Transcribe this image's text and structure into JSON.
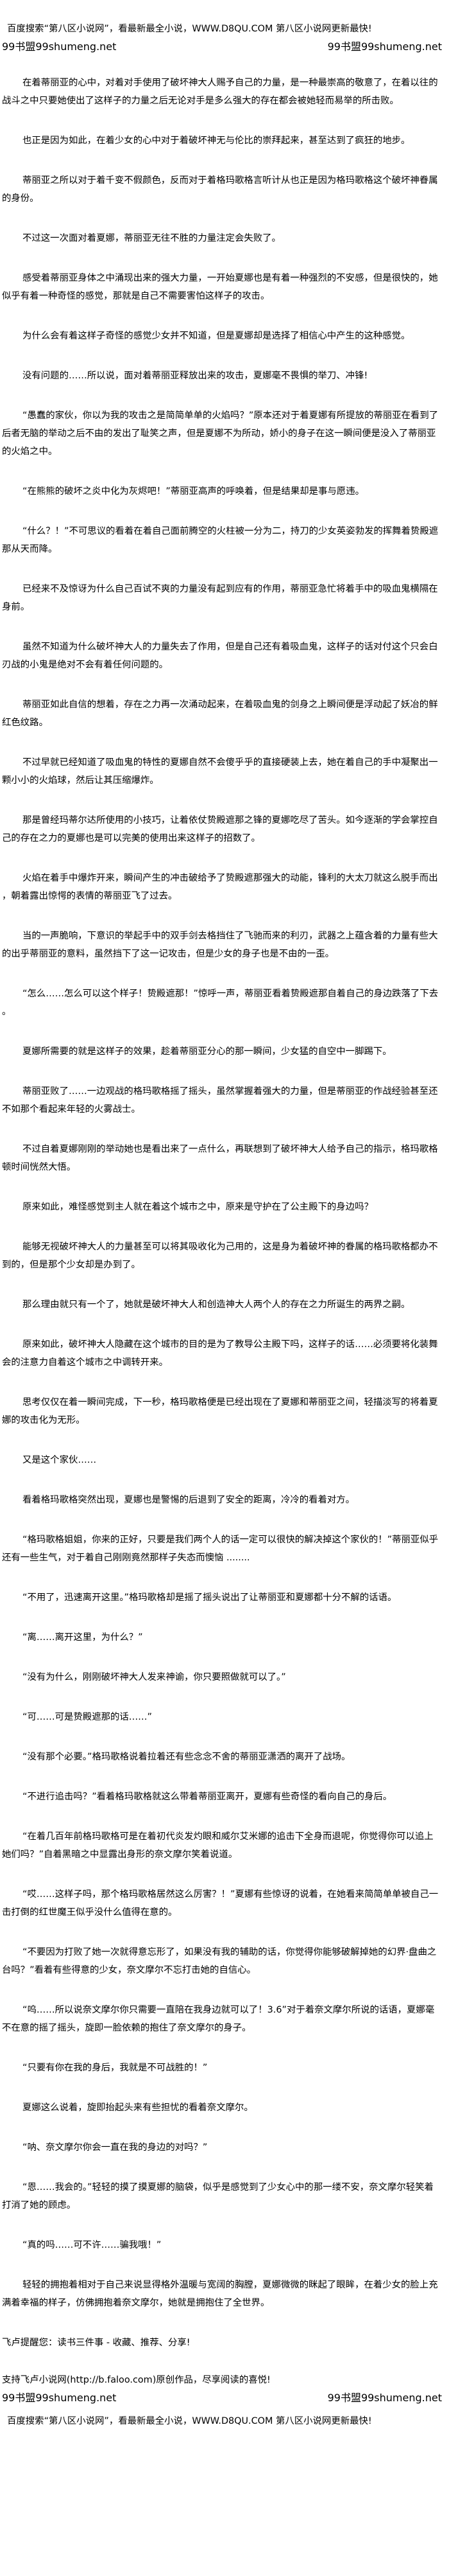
{
  "header": {
    "promo": "百度搜索“第八区小说网”，看最新最全小说，WWW.D8QU.COM  第八区小说网更新最快!",
    "watermark_left": "99书盟99shumeng.net",
    "watermark_right": "99书盟99shumeng.net"
  },
  "paragraphs": [
    "在着蒂丽亚的心中，对着对手使用了破坏神大人赐予自己的力量，是一种最崇高的敬意了，在着以往的战斗之中只要她使出了这样子的力量之后无论对手是多么强大的存在都会被她轻而易举的所击败。",
    "也正是因为如此，在着少女的心中对于着破坏神无与伦比的崇拜起来，甚至达到了疯狂的地步。",
    "蒂丽亚之所以对于着千变不假颜色，反而对于着格玛歌格言听计从也正是因为格玛歌格这个破坏神眷属的身份。",
    "不过这一次面对着夏娜，蒂丽亚无往不胜的力量注定会失败了。",
    "感受着蒂丽亚身体之中涌现出来的强大力量，一开始夏娜也是有着一种强烈的不安感，但是很快的，她似乎有着一种奇怪的感觉，那就是自己不需要害怕这样子的攻击。",
    "为什么会有着这样子奇怪的感觉少女并不知道，但是夏娜却是选择了相信心中产生的这种感觉。",
    "没有问题的……所以说，面对着蒂丽亚释放出来的攻击，夏娜毫不畏惧的举刀、冲锋!",
    "“愚蠢的家伙，你以为我的攻击之是简简单单的火焰吗？”原本还对于着夏娜有所提放的蒂丽亚在看到了后者无脑的举动之后不由的发出了耻笑之声，但是夏娜不为所动，娇小的身子在这一瞬间便是没入了蒂丽亚的火焰之中。",
    "“在熊熊的破坏之炎中化为灰烬吧！”蒂丽亚高声的呼唤着，但是结果却是事与愿违。",
    "“什么？！”不可思议的看着在着自己面前腾空的火柱被一分为二，持刀的少女英姿勃发的挥舞着贽殿遮那从天而降。",
    "已经来不及惊讶为什么自己百试不爽的力量没有起到应有的作用，蒂丽亚急忙将着手中的吸血鬼横隔在身前。",
    "虽然不知道为什么破坏神大人的力量失去了作用，但是自己还有着吸血鬼，这样子的话对付这个只会白刃战的小鬼是绝对不会有着任何问题的。",
    "蒂丽亚如此自信的想着，存在之力再一次涌动起来，在着吸血鬼的剑身之上瞬间便是浮动起了妖冶的鲜红色纹路。",
    "不过早就已经知道了吸血鬼的特性的夏娜自然不会傻乎乎的直接硬装上去，她在着自己的手中凝聚出一颗小小的火焰球，然后让其压缩爆炸。",
    "那是曾经玛蒂尔达所使用的小技巧，让着依仗贽殿遮那之锋的夏娜吃尽了苦头。如今逐渐的学会掌控自己的存在之力的夏娜也是可以完美的使用出来这样子的招数了。",
    "火焰在着手中爆炸开来，瞬间产生的冲击破给予了贽殿遮那强大的动能，锋利的大太刀就这么脱手而出，朝着露出惊愕的表情的蒂丽亚飞了过去。",
    "当的一声脆响，下意识的举起手中的双手剑去格挡住了飞驰而来的利刃，武器之上蕴含着的力量有些大的出乎蒂丽亚的意料，虽然挡下了这一记攻击，但是少女的身子也是不由的一歪。",
    "“怎么……怎么可以这个样子！贽殿遮那！”惊呼一声，蒂丽亚看着贽殿遮那自着自己的身边跌落了下去。",
    "夏娜所需要的就是这样子的效果，趁着蒂丽亚分心的那一瞬间，少女猛的自空中一脚踢下。",
    "蒂丽亚败了……一边观战的格玛歌格摇了摇头，虽然掌握着强大的力量，但是蒂丽亚的作战经验甚至还不如那个看起来年轻的火雾战士。",
    "不过自着夏娜刚刚的举动她也是看出来了一点什么，再联想到了破坏神大人给予自己的指示，格玛歌格顿时间恍然大悟。",
    "原来如此，难怪感觉到主人就在着这个城市之中，原来是守护在了公主殿下的身边吗？",
    "能够无视破坏神大人的力量甚至可以将其吸收化为己用的，这是身为着破坏神的眷属的格玛歌格都办不到的，但是那个少女却是办到了。",
    "那么理由就只有一个了，她就是破坏神大人和创造神大人两个人的存在之力所诞生的两界之嗣。",
    "原来如此，破坏神大人隐藏在这个城市的目的是为了教导公主殿下吗，这样子的话……必须要将化装舞会的注意力自着这个城市之中调转开来。",
    "思考仅仅在着一瞬间完成，下一秒，格玛歌格便是已经出现在了夏娜和蒂丽亚之间，轻描淡写的将着夏娜的攻击化为无形。",
    "又是这个家伙……",
    "看着格玛歌格突然出现，夏娜也是警惕的后退到了安全的距离，冷冷的看着对方。",
    "“格玛歌格姐姐，你来的正好，只要是我们两个人的话一定可以很快的解决掉这个家伙的！”蒂丽亚似乎还有一些生气，对于着自己刚刚竟然那样子失态而懊恼 ........",
    "“不用了，迅速离开这里。”格玛歌格却是摇了摇头说出了让蒂丽亚和夏娜都十分不解的话语。",
    "“离……离开这里，为什么？”",
    "“没有为什么，刚刚破坏神大人发来神谕，你只要照做就可以了。”",
    "“可……可是贽殿遮那的话……”",
    "“没有那个必要。”格玛歌格说着拉着还有些念念不舍的蒂丽亚潇洒的离开了战场。",
    "“不进行追击吗？”看着格玛歌格就这么带着蒂丽亚离开，夏娜有些奇怪的看向自己的身后。",
    "“在着几百年前格玛歌格可是在着初代炎发灼眼和威尔艾米娜的追击下全身而退呢，你觉得你可以追上她们吗？”自着黑暗之中显露出身形的奈文摩尔笑着说道。",
    "“哎……这样子吗，那个格玛歌格居然这么厉害？！”夏娜有些惊讶的说着，在她看来简简单单被自己一击打倒的红世魔王似乎没什么值得在意的。",
    "“不要因为打败了她一次就得意忘形了，如果没有我的辅助的话，你觉得你能够破解掉她的幻界·盘曲之台吗？”看着有些得意的少女，奈文摩尔不忘打击她的自信心。",
    "“呜……所以说奈文摩尔你只需要一直陪在我身边就可以了！3.6”对于着奈文摩尔所说的话语，夏娜毫不在意的摇了摇头，旋即一脸依赖的抱住了奈文摩尔的身子。",
    "“只要有你在我的身后，我就是不可战胜的！”",
    "夏娜这么说着，旋即抬起头来有些担忧的看着奈文摩尔。",
    "“呐、奈文摩尔你会一直在我的身边的对吗？”",
    "“恩……我会的。”轻轻的摸了摸夏娜的脑袋，似乎是感觉到了少女心中的那一缕不安，奈文摩尔轻笑着打消了她的顾虑。",
    "“真的吗……可不许……骗我哦！”",
    "轻轻的拥抱着相对于自己来说显得格外温暖与宽阔的胸膛，夏娜微微的眯起了眼眸，在着少女的脸上充满着幸福的样子，仿佛拥抱着奈文摩尔，她就是拥抱住了全世界。"
  ],
  "footer": {
    "reminder": "飞卢提醒您：读书三件事 - 收藏、推荐、分享!",
    "support": "支持飞卢小说网(http://b.faloo.com)原创作品，尽享阅读的喜悦!",
    "watermark_left": "99书盟99shumeng.net",
    "watermark_right": "99书盟99shumeng.net",
    "promo": "百度搜索“第八区小说网”，看最新最全小说，WWW.D8QU.COM  第八区小说网更新最快!"
  }
}
